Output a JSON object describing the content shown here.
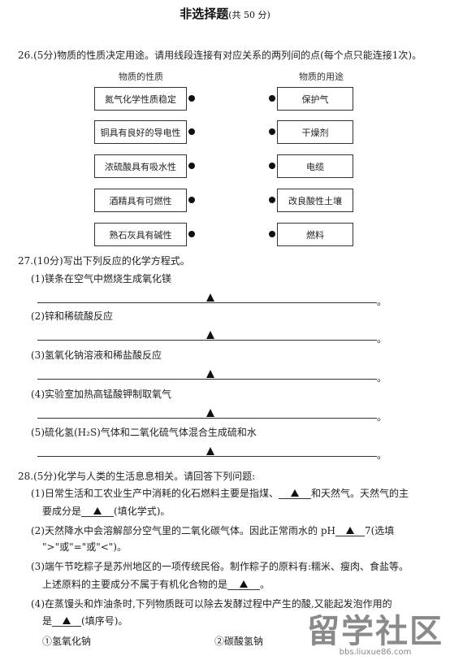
{
  "section_title": "非选择题",
  "section_score": "(共 50 分)",
  "q26": {
    "stem": "26.(5分)物质的性质决定用途。请用线段连接有对应关系的两列间的点(每个点只能连接1次)。",
    "left_header": "物质的性质",
    "right_header": "物质的用途",
    "left_items": [
      "氮气化学性质稳定",
      "铜具有良好的导电性",
      "浓硫酸具有吸水性",
      "酒精具有可燃性",
      "熟石灰具有碱性"
    ],
    "right_items": [
      "保护气",
      "干燥剂",
      "电缆",
      "改良酸性土壤",
      "燃料"
    ]
  },
  "q27": {
    "stem": "27.(10分)写出下列反应的化学方程式。",
    "items": [
      "(1)镁条在空气中燃烧生成氧化镁",
      "(2)锌和稀硫酸反应",
      "(3)氢氧化钠溶液和稀盐酸反应",
      "(4)实验室加热高锰酸钾制取氧气",
      "(5)硫化氢(H₂S)气体和二氧化硫气体混合生成硫和水"
    ],
    "period": "。"
  },
  "q28": {
    "stem": "28.(5分)化学与人类的生活息息相关。请回答下列问题:",
    "p1_a": "(1)日常生活和工农业生产中消耗的化石燃料主要是指煤、",
    "p1_b": "和天然气。天然气的主",
    "p1_c": "要成分是",
    "p1_d": "(填化学式)。",
    "p2_a": "(2)天然降水中会溶解部分空气里的二氧化碳气体。因此正常雨水的 pH",
    "p2_b": "7(选填",
    "p2_c": "\">\"或\"=\"或\"<\")。",
    "p3_a": "(3)端午节吃粽子是苏州地区的一项传统民俗。制作粽子的原料有:糯米、瘦肉、食盐等。",
    "p3_b": "上述原料的主要成分不属于有机化合物的是",
    "p3_c": "。",
    "p4_a": "(4)在蒸馒头和炸油条时,下列物质既可以除去发酵过程中产生的酸,又能起发泡作用的",
    "p4_b": "是",
    "p4_c": "(填序号)。",
    "options": [
      "①氢氧化钠",
      "②碳酸氢钠"
    ]
  },
  "watermark": {
    "big": "留学社区",
    "small": "bbs.liuxue86.com"
  }
}
